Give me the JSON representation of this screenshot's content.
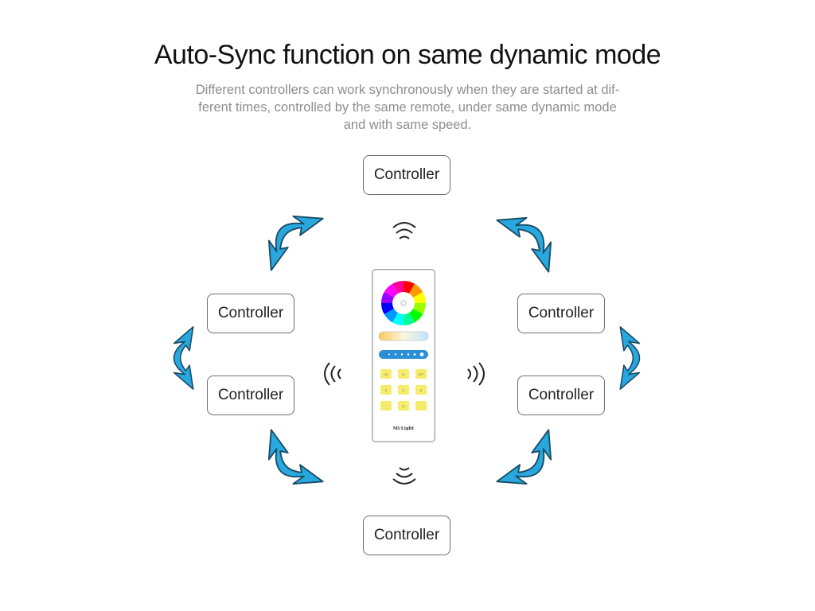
{
  "title": "Auto-Sync function on same dynamic mode",
  "subtitle": [
    "Different controllers can work synchronously when they are started at dif-",
    "ferent times, controlled by the same remote, under same dynamic mode",
    "and with same speed."
  ],
  "controllers": {
    "top": "Controller",
    "upper_left": "Controller",
    "lower_left": "Controller",
    "upper_right": "Controller",
    "lower_right": "Controller",
    "bottom": "Controller"
  },
  "remote": {
    "brand": "Mi·Light",
    "buttons": [
      "ON",
      "W",
      "OFF",
      "R",
      "G",
      "B",
      "",
      "M",
      ""
    ]
  },
  "colors": {
    "arrow_fill": "#29a8e0",
    "arrow_stroke": "#1a4d66",
    "button_yellow": "#f5ec6a",
    "slider_blue": "#2b8fd6"
  }
}
